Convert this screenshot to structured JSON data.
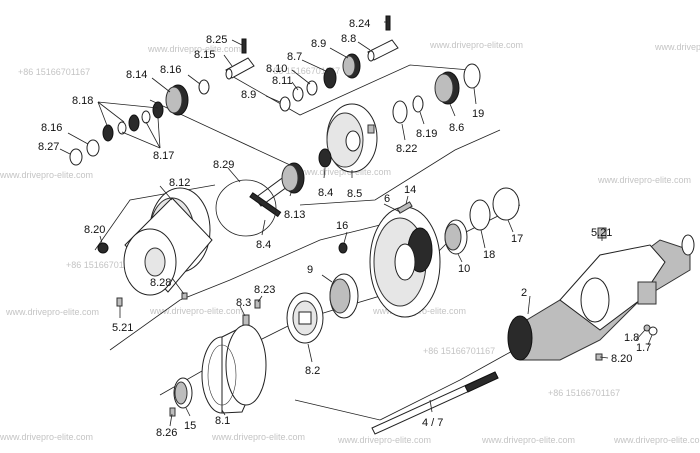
{
  "labels": {
    "p8_24": "8.24",
    "p8_25": "8.25",
    "p8_15": "8.15",
    "p8_16a": "8.16",
    "p8_14": "8.14",
    "p8_9a": "8.9",
    "p8_8": "8.8",
    "p8_7": "8.7",
    "p8_10": "8.10",
    "p8_11": "8.11",
    "p8_9b": "8.9",
    "p8_18": "8.18",
    "p8_16b": "8.16",
    "p8_27": "8.27",
    "p8_17": "8.17",
    "p8_29": "8.29",
    "p8_12": "8.12",
    "p8_13": "8.13",
    "p8_4a": "8.4",
    "p8_4b": "8.4",
    "p8_5": "8.5",
    "p8_22": "8.22",
    "p8_19": "8.19",
    "p8_6": "8.6",
    "p19": "19",
    "p14": "14",
    "p6": "6",
    "p16": "16",
    "p17": "17",
    "p18": "18",
    "p10": "10",
    "p8_20a": "8.20",
    "p9": "9",
    "p8_28": "8.28",
    "p5_21a": "5.21",
    "p8_3": "8.3",
    "p8_23": "8.23",
    "p8_2": "8.2",
    "p8_1": "8.1",
    "p15": "15",
    "p8_26": "8.26",
    "p5_21b": "5.21",
    "p2": "2",
    "p1_8": "1.8",
    "p1_7": "1.7",
    "p8_20b": "8.20",
    "p4_7": "4 / 7"
  },
  "watermarks": {
    "phone": "+86 15166701167",
    "site": "www.drivepro-elite.com"
  }
}
